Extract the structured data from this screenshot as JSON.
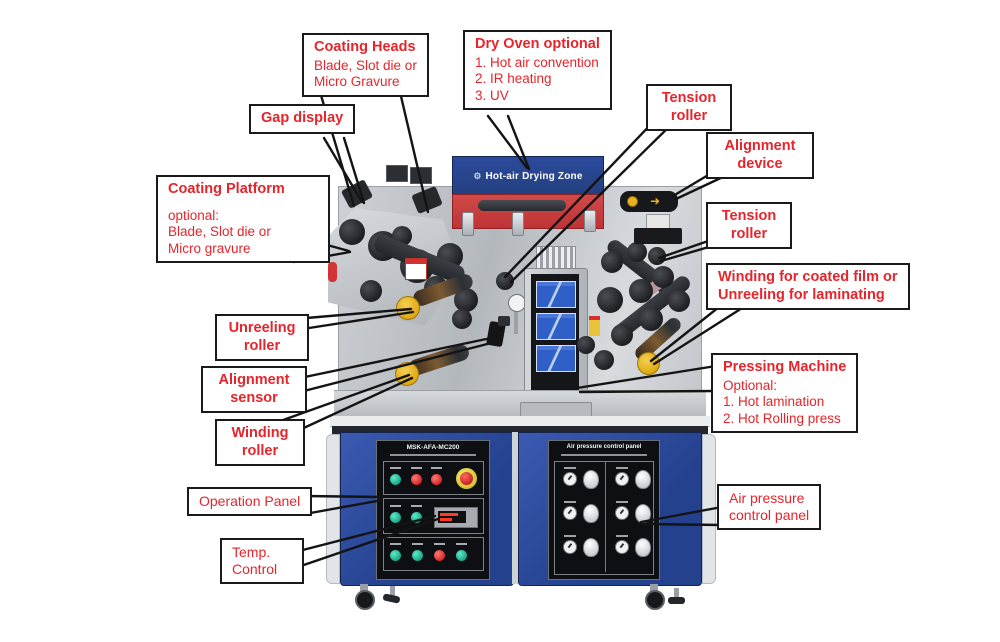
{
  "colors": {
    "label_red": "#e7242b",
    "callout_border": "#1a1a1a",
    "oven_blue": "#27418c",
    "oven_stripe_red": "#c9393b",
    "cabinet_blue": "#2d4d9e",
    "roller_cap_yellow": "#e7b41f",
    "panel_black": "#0d0f12"
  },
  "icons": {
    "drying_zone_logo": "⚙",
    "alignment_arrow": "➜"
  },
  "machine": {
    "drying_zone_label": "Hot-air Drying Zone",
    "operation_panel_title": "MSK-AFA-MC200",
    "air_panel_title": "Air pressure control panel"
  },
  "callouts": {
    "coating_heads": {
      "title": "Coating Heads",
      "body": "Blade, Slot die or\nMicro Gravure"
    },
    "dry_oven": {
      "title": "Dry Oven optional",
      "body": "1. Hot air convention\n2. IR heating\n3. UV"
    },
    "tension_roller_top": {
      "title": "Tension\nroller"
    },
    "gap_display": {
      "title": "Gap display"
    },
    "alignment_device": {
      "title": "Alignment\ndevice"
    },
    "coating_platform": {
      "title": "Coating Platform",
      "body": "optional:\nBlade, Slot die or\nMicro gravure"
    },
    "tension_roller_right": {
      "title": "Tension\nroller"
    },
    "winding_unreeling": {
      "title": "Winding for coated film or\nUnreeling for laminating"
    },
    "unreeling_roller": {
      "title": "Unreeling\nroller"
    },
    "alignment_sensor": {
      "title": "Alignment\nsensor"
    },
    "pressing_machine": {
      "title": "Pressing Machine",
      "body": "Optional:\n1. Hot lamination\n2. Hot Rolling press"
    },
    "winding_roller": {
      "title": "Winding\nroller"
    },
    "operation_panel": {
      "title": "Operation Panel"
    },
    "air_pressure_panel": {
      "title": "Air pressure\ncontrol panel"
    },
    "temp_control": {
      "title": "Temp.\nControl"
    }
  }
}
